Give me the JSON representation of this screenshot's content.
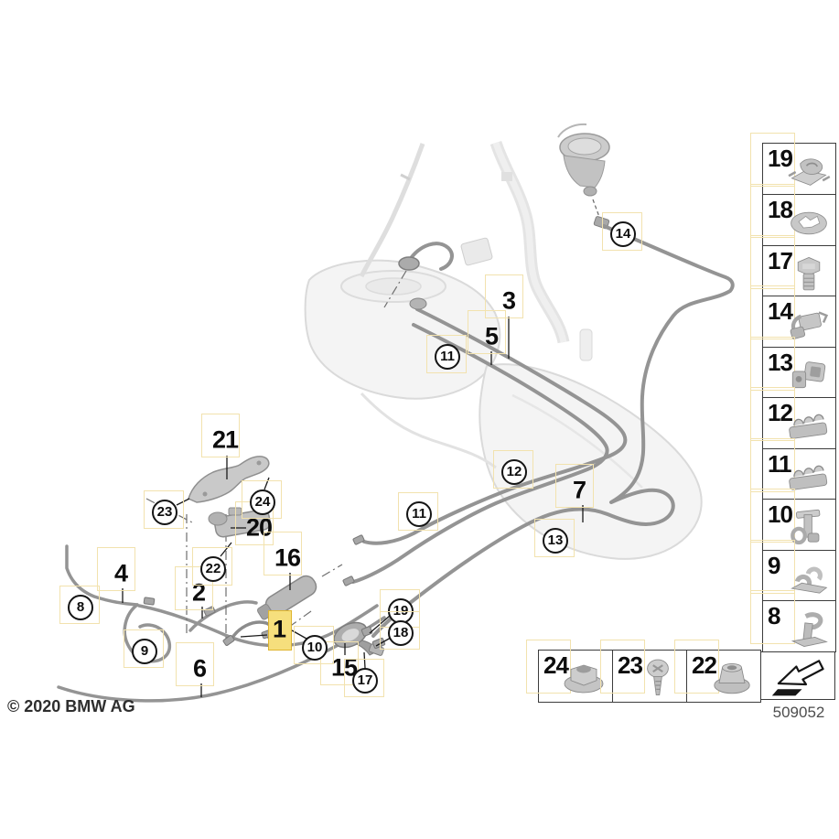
{
  "footer": {
    "copyright": "© 2020 BMW AG",
    "diagram_code": "509052"
  },
  "colors": {
    "highlight_fill": "#f6df7d",
    "highlight_border": "#dfb52f",
    "hotspot_border": "#f2e2ae",
    "line_gray": "#949494",
    "part_gray": "#c0c0c0",
    "ghost_gray": "#f4f4f4"
  },
  "callouts": {
    "part1": "1",
    "part2": "2",
    "part3": "3",
    "part4": "4",
    "part5": "5",
    "part6": "6",
    "part7": "7",
    "part8": "8",
    "part9": "9",
    "part10": "10",
    "part11": "11",
    "part12": "12",
    "part13": "13",
    "part14": "14",
    "part15": "15",
    "part16": "16",
    "part17": "17",
    "part18": "18",
    "part19": "19",
    "part20": "20",
    "part21": "21",
    "part22": "22",
    "part23": "23",
    "part24": "24"
  },
  "sidebar": {
    "items": [
      {
        "label": "19",
        "icon": "pipe-clip-icon"
      },
      {
        "label": "18",
        "icon": "lock-washer-icon"
      },
      {
        "label": "17",
        "icon": "hex-bolt-icon"
      },
      {
        "label": "14",
        "icon": "holder-clip-icon"
      },
      {
        "label": "13",
        "icon": "socket-clip-icon"
      },
      {
        "label": "12",
        "icon": "multi-line-clip-icon"
      },
      {
        "label": "11",
        "icon": "multi-line-clip-icon"
      },
      {
        "label": "10",
        "icon": "bracket-holder-icon"
      },
      {
        "label": "9",
        "icon": "double-pipe-clip-icon"
      },
      {
        "label": "8",
        "icon": "foot-bracket-icon"
      }
    ]
  },
  "bottom_row": {
    "items": [
      {
        "label": "24",
        "icon": "hex-nut-icon"
      },
      {
        "label": "23",
        "icon": "torx-screw-icon"
      },
      {
        "label": "22",
        "icon": "flange-nut-icon"
      }
    ]
  },
  "legend": {
    "arrow": "direction-arrow-icon"
  }
}
